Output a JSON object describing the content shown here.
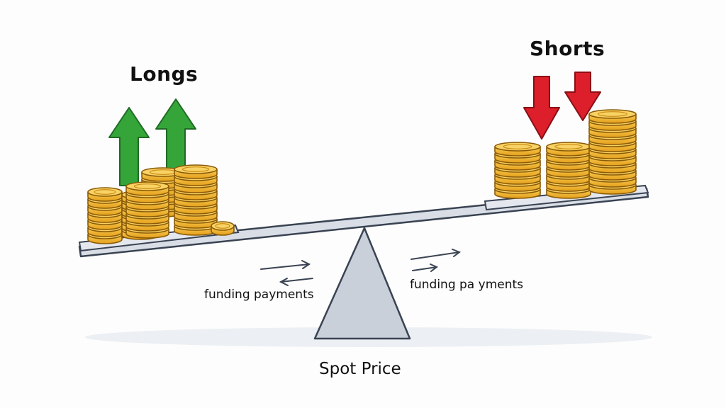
{
  "labels": {
    "longs": "Longs",
    "shorts": "Shorts",
    "funding_left": "funding payments",
    "funding_right": "funding pa yments",
    "spot_price": "Spot Price"
  },
  "colors": {
    "background": "#fdfdfd",
    "beam_fill": "#d9dee6",
    "beam_stroke": "#3a4352",
    "fulcrum_fill": "#c9d0da",
    "coin_fill": "#f2b531",
    "coin_stroke": "#8a5a07",
    "arrow_up": "#35a53a",
    "arrow_down": "#dd1f2b",
    "shadow": "#e9ecf0",
    "text": "#111111"
  },
  "icons": {
    "long_arrows": "arrow-up-icon",
    "short_arrows": "arrow-down-icon",
    "flow_arrows": "arrow-right-icon",
    "coins": "coin-stack-icon"
  }
}
